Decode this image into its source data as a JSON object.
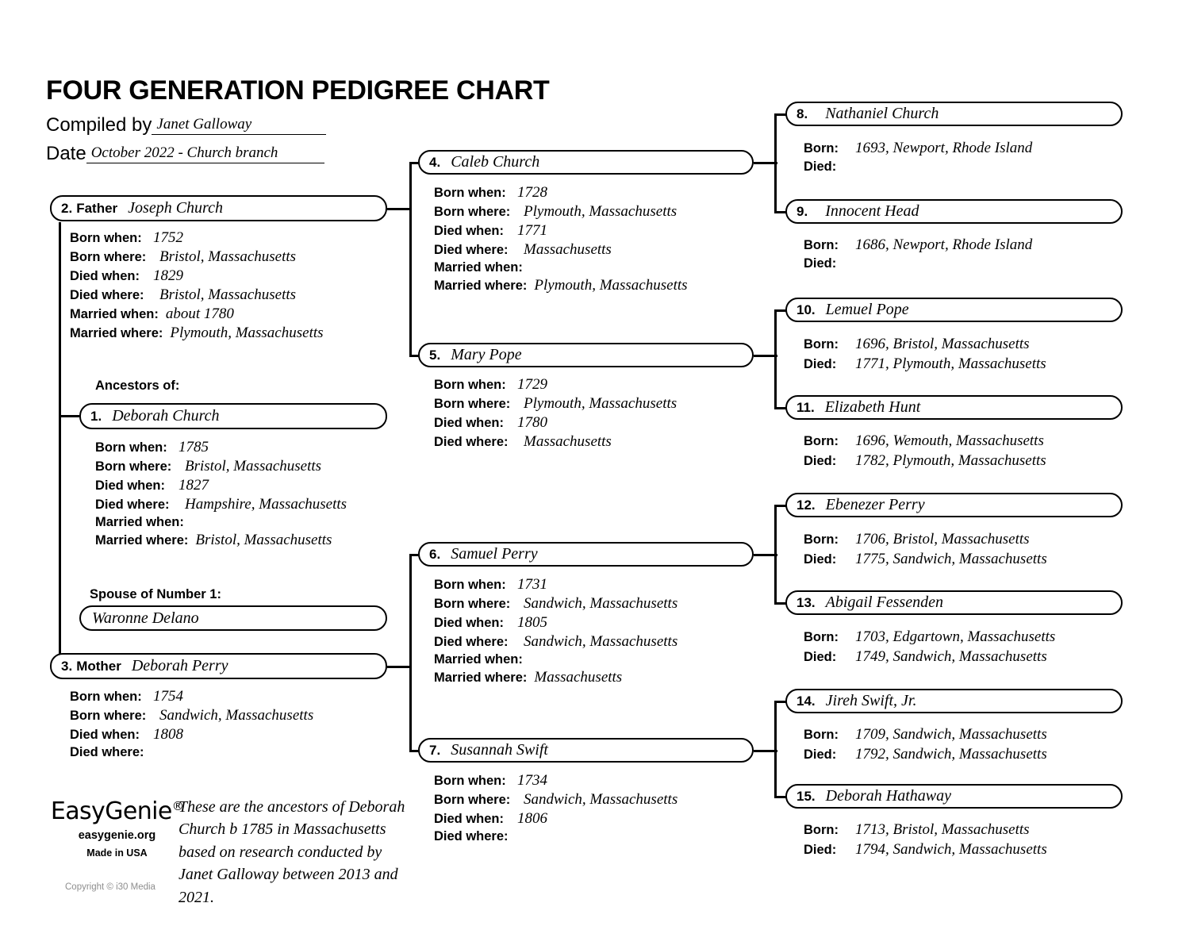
{
  "header": {
    "title": "FOUR GENERATION PEDIGREE CHART",
    "compiled_by_label": "Compiled by",
    "compiled_by_value": "Janet Galloway",
    "date_label": "Date",
    "date_value": "October 2022 - Church branch"
  },
  "captions": {
    "ancestors_of": "Ancestors of:",
    "spouse_of_number_1": "Spouse of Number 1:"
  },
  "field_labels": {
    "born_when": "Born when:",
    "born_where": "Born where:",
    "died_when": "Died when:",
    "died_where": "Died where:",
    "married_when": "Married when:",
    "married_where": "Married where:",
    "born": "Born:",
    "died": "Died:"
  },
  "people": {
    "p1": {
      "number": "1.",
      "name": "Deborah Church",
      "born_when": "1785",
      "born_where": "Bristol, Massachusetts",
      "died_when": "1827",
      "died_where": "Hampshire, Massachusetts",
      "married_when": "",
      "married_where": "Bristol, Massachusetts"
    },
    "spouse1": {
      "name": "Waronne Delano"
    },
    "p2": {
      "number": "2.",
      "role": "Father",
      "name": "Joseph Church",
      "born_when": "1752",
      "born_where": "Bristol, Massachusetts",
      "died_when": "1829",
      "died_where": "Bristol, Massachusetts",
      "married_when": "about 1780",
      "married_where": "Plymouth, Massachusetts"
    },
    "p3": {
      "number": "3.",
      "role": "Mother",
      "name": "Deborah Perry",
      "born_when": "1754",
      "born_where": "Sandwich, Massachusetts",
      "died_when": "1808",
      "died_where": ""
    },
    "p4": {
      "number": "4.",
      "name": "Caleb Church",
      "born_when": "1728",
      "born_where": "Plymouth, Massachusetts",
      "died_when": "1771",
      "died_where": "Massachusetts",
      "married_when": "",
      "married_where": "Plymouth, Massachusetts"
    },
    "p5": {
      "number": "5.",
      "name": "Mary Pope",
      "born_when": "1729",
      "born_where": "Plymouth, Massachusetts",
      "died_when": "1780",
      "died_where": "Massachusetts"
    },
    "p6": {
      "number": "6.",
      "name": "Samuel Perry",
      "born_when": "1731",
      "born_where": "Sandwich, Massachusetts",
      "died_when": "1805",
      "died_where": "Sandwich, Massachusetts",
      "married_when": "",
      "married_where": "Massachusetts"
    },
    "p7": {
      "number": "7.",
      "name": "Susannah Swift",
      "born_when": "1734",
      "born_where": "Sandwich, Massachusetts",
      "died_when": "1806",
      "died_where": ""
    },
    "p8": {
      "number": "8.",
      "name": "Nathaniel Church",
      "born": "1693, Newport, Rhode Island",
      "died": ""
    },
    "p9": {
      "number": "9.",
      "name": "Innocent Head",
      "born": "1686, Newport, Rhode Island",
      "died": ""
    },
    "p10": {
      "number": "10.",
      "name": "Lemuel Pope",
      "born": "1696, Bristol, Massachusetts",
      "died": "1771, Plymouth, Massachusetts"
    },
    "p11": {
      "number": "11.",
      "name": "Elizabeth Hunt",
      "born": "1696, Wemouth, Massachusetts",
      "died": "1782, Plymouth, Massachusetts"
    },
    "p12": {
      "number": "12.",
      "name": "Ebenezer Perry",
      "born": "1706, Bristol, Massachusetts",
      "died": "1775, Sandwich, Massachusetts"
    },
    "p13": {
      "number": "13.",
      "name": "Abigail Fessenden",
      "born": "1703, Edgartown, Massachusetts",
      "died": "1749, Sandwich, Massachusetts"
    },
    "p14": {
      "number": "14.",
      "name": "Jireh Swift, Jr.",
      "born": "1709, Sandwich, Massachusetts",
      "died": "1792, Sandwich, Massachusetts"
    },
    "p15": {
      "number": "15.",
      "name": "Deborah Hathaway",
      "born": "1713, Bristol, Massachusetts",
      "died": "1794, Sandwich, Massachusetts"
    }
  },
  "footer": {
    "brand": "EasyGenie",
    "brand_mark": "®",
    "site": "easygenie.org",
    "made_in": "Made in USA",
    "copyright": "Copyright © i30 Media",
    "note": "These are the ancestors of Deborah Church b 1785 in Massachusetts based on research conducted by Janet Galloway between 2013 and 2021."
  },
  "colors": {
    "ink": "#000000",
    "muted": "#8e8e8e",
    "paper": "#ffffff"
  }
}
